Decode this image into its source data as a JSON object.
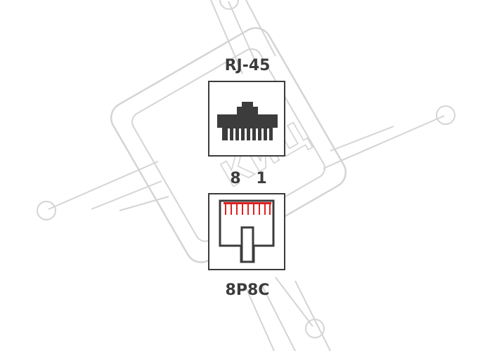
{
  "diagram": {
    "top_label": "RJ-45",
    "bottom_label": "8P8C",
    "pin_left": "8",
    "pin_right": "1",
    "watermark_text": "КИЦ"
  },
  "colors": {
    "ink": "#3c3c3c",
    "contacts": "#e02020",
    "watermark": "#d4d4d4",
    "background": "#ffffff"
  },
  "icons": {
    "socket": "rj45-socket-front-icon",
    "plug": "8p8c-plug-front-icon",
    "watermark": "circuit-logo-watermark"
  }
}
